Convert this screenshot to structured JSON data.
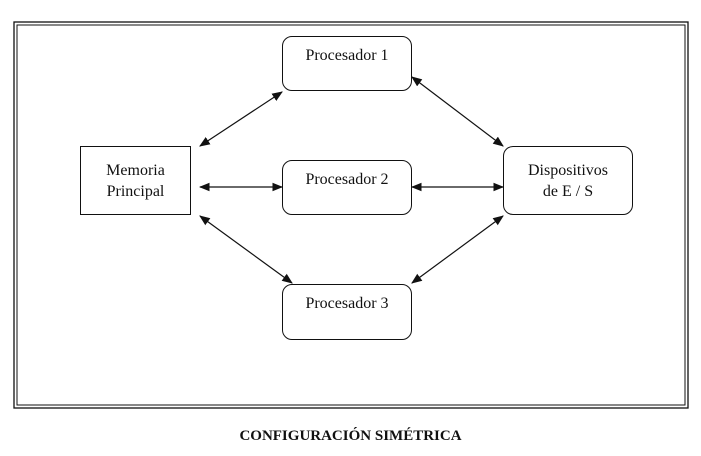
{
  "diagram": {
    "title": "CONFIGURACIÓN SIMÉTRICA",
    "nodes": {
      "memory": {
        "line1": "Memoria",
        "line2": "Principal"
      },
      "proc1": "Procesador 1",
      "proc2": "Procesador 2",
      "proc3": "Procesador 3",
      "io": {
        "line1": "Dispositivos",
        "line2": "de E / S"
      }
    },
    "edges": [
      {
        "from": "memory",
        "to": "proc1",
        "direction": "both"
      },
      {
        "from": "memory",
        "to": "proc2",
        "direction": "both"
      },
      {
        "from": "memory",
        "to": "proc3",
        "direction": "both"
      },
      {
        "from": "proc1",
        "to": "io",
        "direction": "both"
      },
      {
        "from": "proc2",
        "to": "io",
        "direction": "both"
      },
      {
        "from": "proc3",
        "to": "io",
        "direction": "both"
      }
    ]
  }
}
